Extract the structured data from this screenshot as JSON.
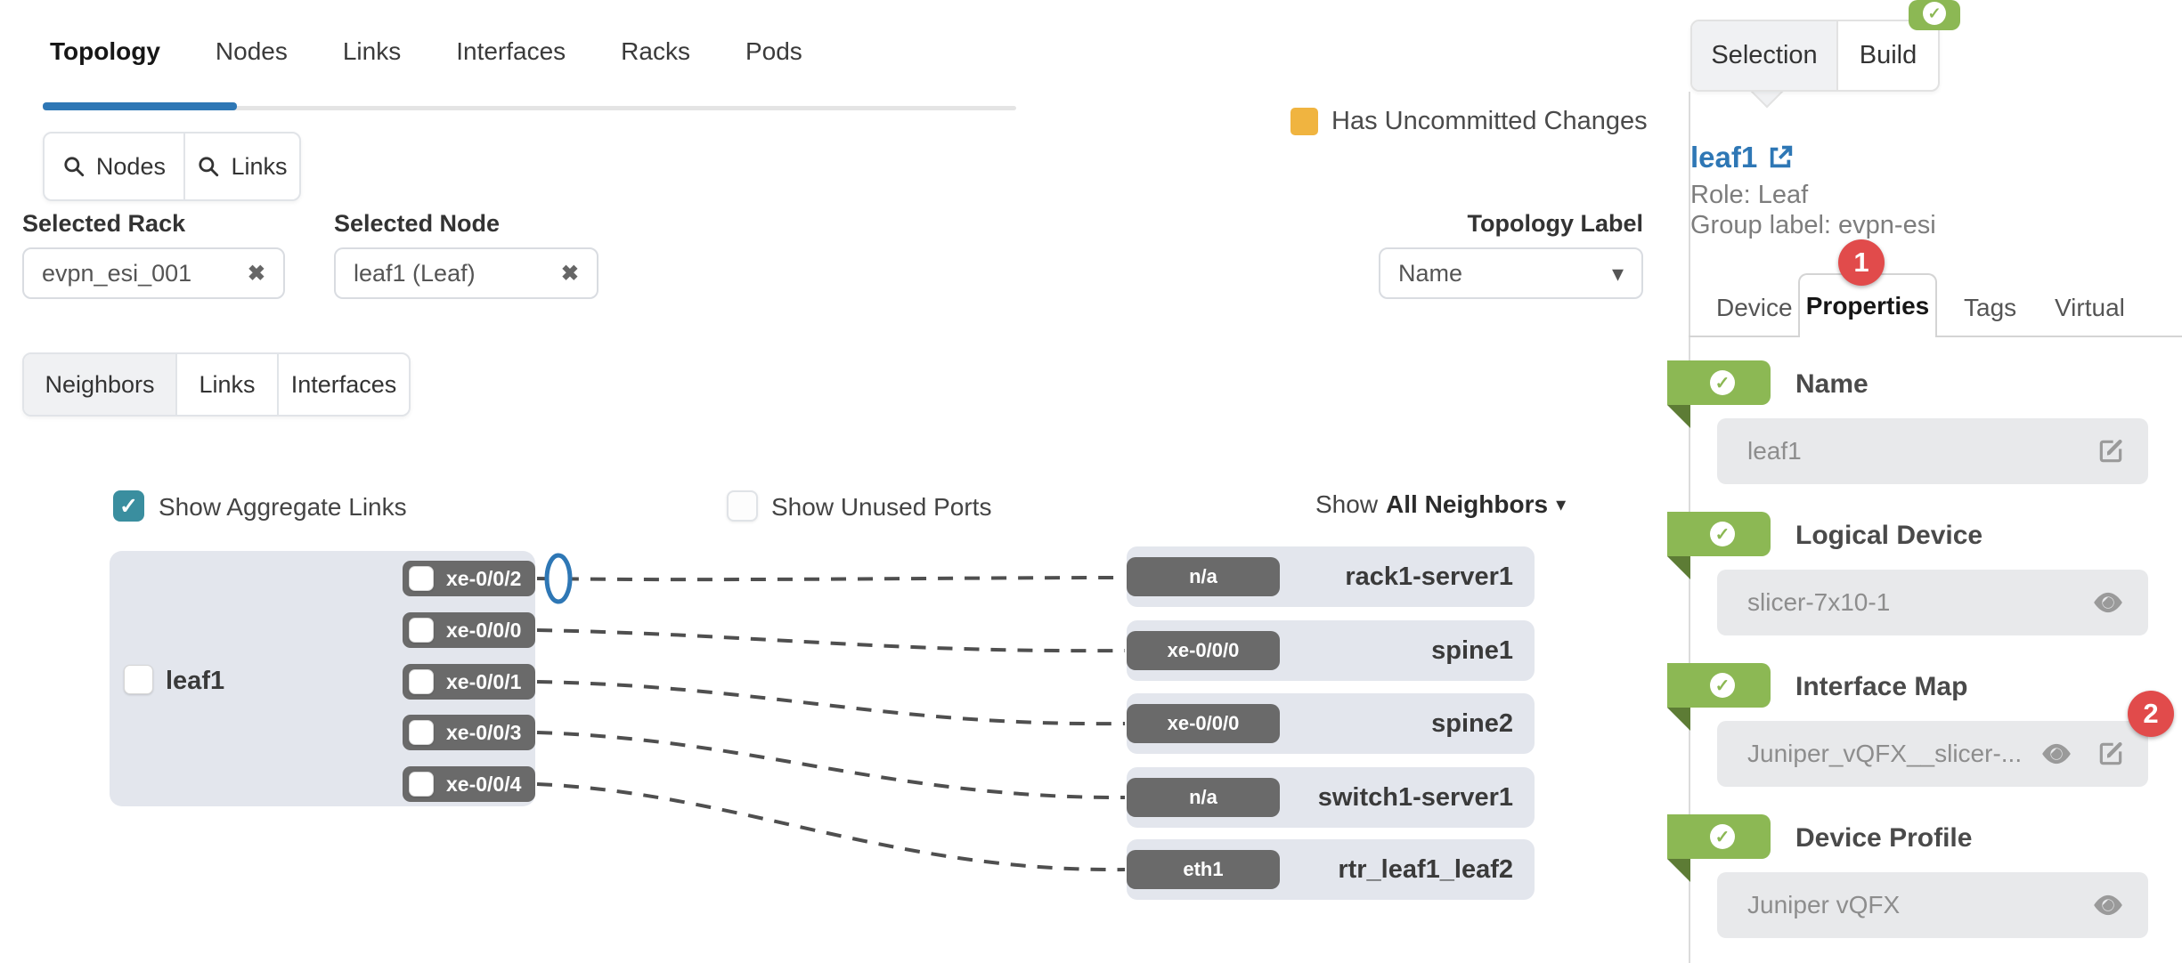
{
  "nav": {
    "tabs": [
      "Topology",
      "Nodes",
      "Links",
      "Interfaces",
      "Racks",
      "Pods"
    ]
  },
  "toolbar": {
    "nodes_button": "Nodes",
    "links_button": "Links"
  },
  "legend": {
    "label": "Has Uncommitted Changes",
    "color": "#f0b440"
  },
  "filters": {
    "selected_rack": {
      "label": "Selected Rack",
      "value": "evpn_esi_001"
    },
    "selected_node": {
      "label": "Selected Node",
      "value": "leaf1 (Leaf)"
    },
    "topology_label": {
      "label": "Topology Label",
      "value": "Name"
    }
  },
  "view_tabs": [
    "Neighbors",
    "Links",
    "Interfaces"
  ],
  "options": {
    "aggregate": {
      "label": "Show Aggregate Links",
      "checked": true
    },
    "unused": {
      "label": "Show Unused Ports",
      "checked": false
    },
    "neighbors_filter": {
      "prefix": "Show",
      "value": "All Neighbors"
    }
  },
  "topology": {
    "node": {
      "name": "leaf1",
      "ports": [
        "xe-0/0/2",
        "xe-0/0/0",
        "xe-0/0/1",
        "xe-0/0/3",
        "xe-0/0/4"
      ]
    },
    "neighbors": [
      {
        "port": "n/a",
        "name": "rack1-server1"
      },
      {
        "port": "xe-0/0/0",
        "name": "spine1"
      },
      {
        "port": "xe-0/0/0",
        "name": "spine2"
      },
      {
        "port": "n/a",
        "name": "switch1-server1"
      },
      {
        "port": "eth1",
        "name": "rtr_leaf1_leaf2"
      }
    ]
  },
  "panel": {
    "tabs": [
      "Selection",
      "Build"
    ],
    "node_link": "leaf1",
    "role": "Role: Leaf",
    "group_label": "Group label: evpn-esi",
    "badge_1": "1",
    "badge_2": "2",
    "detail_tabs": [
      "Device",
      "Properties",
      "Tags",
      "Virtual"
    ],
    "sections": [
      {
        "title": "Name",
        "value": "leaf1"
      },
      {
        "title": "Logical Device",
        "value": "slicer-7x10-1"
      },
      {
        "title": "Interface Map",
        "value": "Juniper_vQFX__slicer-..."
      },
      {
        "title": "Device Profile",
        "value": "Juniper vQFX"
      }
    ]
  },
  "icons": {
    "clear": "✖",
    "caret_down": "▾",
    "check": "✓"
  },
  "colors": {
    "accent_blue": "#2e77b5",
    "teal": "#3a8e9f",
    "orange": "#f0b440",
    "green": "#8cb854",
    "green_dark": "#5d7c35",
    "red": "#e14b4b",
    "node_bg": "#e3e6ed",
    "chip_bg": "#6a6a6a"
  }
}
